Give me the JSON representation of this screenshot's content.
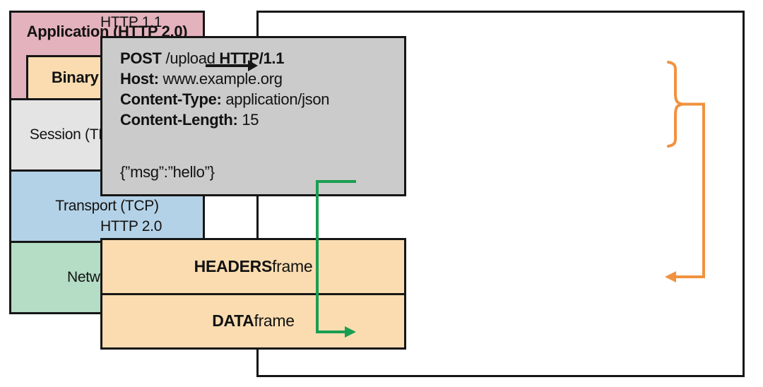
{
  "diagram": {
    "stack": {
      "application": "Application (HTTP 2.0)",
      "binary_framing": "Binary Framing",
      "session": "Session (TLS) (optional)",
      "transport": "Transport (TCP)",
      "network": "Network (IP)"
    },
    "http11": {
      "label": "HTTP 1.1",
      "request": {
        "method": "POST",
        "path": " /upload ",
        "version": "HTTP/1.1"
      },
      "headers": [
        {
          "name": "Host:",
          "value": " www.example.org"
        },
        {
          "name": "Content-Type:",
          "value": " application/json"
        },
        {
          "name": "Content-Length:",
          "value": " 15"
        }
      ],
      "body": "{”msg”:”hello”}"
    },
    "http20": {
      "label": "HTTP 2.0",
      "frames": [
        {
          "name": "HEADERS",
          "suffix": " frame"
        },
        {
          "name": "DATA",
          "suffix": " frame"
        }
      ]
    },
    "colors": {
      "application_bg": "#e3b2bc",
      "binary_framing_bg": "#fadcb0",
      "session_bg": "#e4e4e4",
      "transport_bg": "#b4d2e7",
      "network_bg": "#b5dcc4",
      "request_box_bg": "#cbcbcb",
      "frames_box_bg": "#fadcb0",
      "border": "#161616",
      "headers_arrow": "#f0923f",
      "data_arrow": "#1b9e52"
    }
  }
}
